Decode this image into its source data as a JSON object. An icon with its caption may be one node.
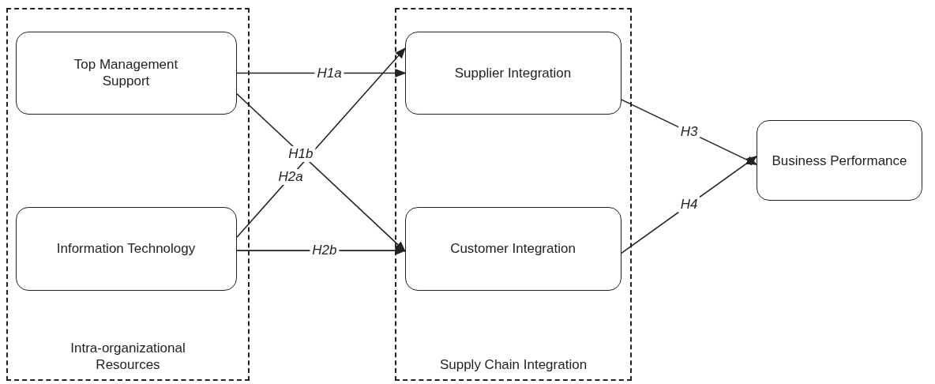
{
  "diagram": {
    "nodes": [
      {
        "text": [
          "Intra-organizational Resources"
        ]
      },
      {
        "text": [
          "Top Management Support"
        ],
        "in": 0
      },
      {
        "text": [
          "Information Technology"
        ],
        "in": 0
      },
      {
        "text": [
          "Supply Chain Integration"
        ]
      },
      {
        "text": [
          "Supplier Integration"
        ],
        "in": 3
      },
      {
        "text": [
          "Customer Integration"
        ],
        "in": 3
      },
      {
        "text": [
          "Business Performance"
        ]
      }
    ],
    "edges": [
      {
        "from": 1,
        "to": 4,
        "arrow": "to",
        "label": "H1a"
      },
      {
        "from": 1,
        "to": 5,
        "arrow": "to",
        "label": "H1b"
      },
      {
        "from": 2,
        "to": 4,
        "arrow": "to",
        "label": "H2a"
      },
      {
        "from": 2,
        "to": 5,
        "arrow": "to",
        "label": "H2b"
      },
      {
        "from": 4,
        "to": 6,
        "arrow": "to",
        "label": "H3"
      },
      {
        "from": 5,
        "to": 6,
        "arrow": "to",
        "label": "H4"
      }
    ]
  }
}
